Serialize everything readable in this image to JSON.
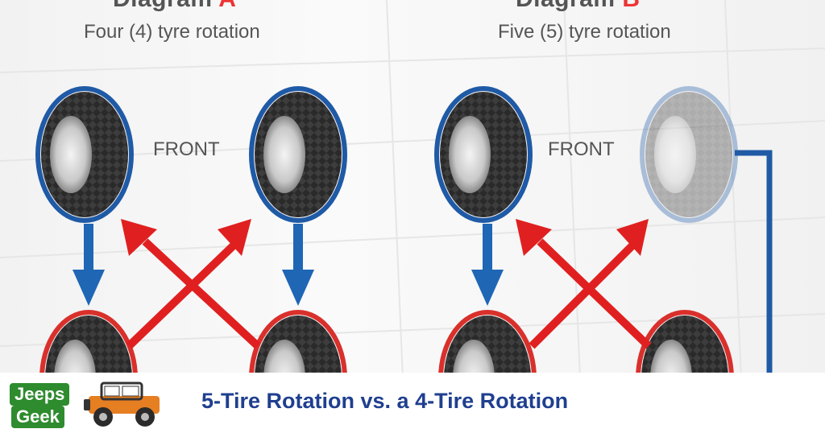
{
  "diagram_a": {
    "heading_word": "Diagram",
    "heading_letter": "A",
    "subtitle": "Four (4) tyre rotation",
    "front_label": "FRONT"
  },
  "diagram_b": {
    "heading_word": "Diagram",
    "heading_letter": "B",
    "subtitle": "Five (5) tyre rotation",
    "front_label": "FRONT"
  },
  "logo": {
    "line1": "Jeeps",
    "line2": "Geek"
  },
  "caption": "5-Tire Rotation vs. a 4-Tire Rotation",
  "colors": {
    "front_rim": "#1f5aa6",
    "rear_rim": "#d9302c",
    "arrow_blue": "#1f66b5",
    "arrow_red": "#e02020",
    "caption": "#1f3f8f"
  },
  "icons": [
    "tire-icon",
    "jeep-icon",
    "down-arrow-icon",
    "diagonal-arrow-icon"
  ]
}
